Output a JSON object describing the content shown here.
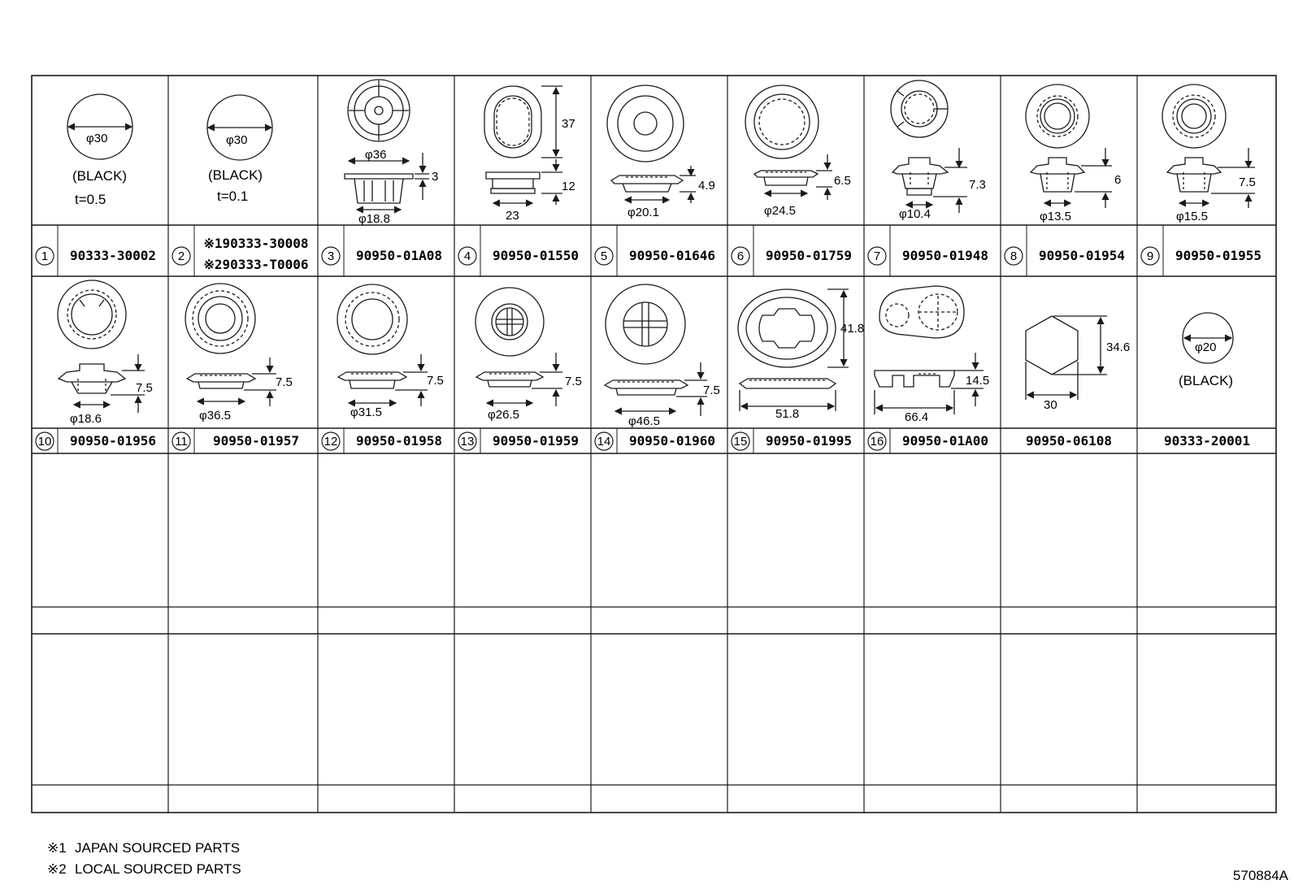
{
  "sheet_id": "570884A",
  "footnotes": [
    {
      "mark": "※1",
      "text": "JAPAN SOURCED PARTS"
    },
    {
      "mark": "※2",
      "text": "LOCAL SOURCED PARTS"
    }
  ],
  "row1": [
    {
      "index": "1",
      "part_no": "90333-30002",
      "dims": [
        "φ30"
      ],
      "label": "(BLACK)",
      "note": "t=0.5",
      "icon": "disc-plug-icon"
    },
    {
      "index": "2",
      "part_no_lines": [
        "※190333-30008",
        "※290333-T0006"
      ],
      "dims": [
        "φ30"
      ],
      "label": "(BLACK)",
      "note": "t=0.1",
      "icon": "disc-plug-icon"
    },
    {
      "index": "3",
      "part_no": "90950-01A08",
      "dims": [
        "φ36",
        "3",
        "φ18.8"
      ],
      "icon": "snap-plug-icon"
    },
    {
      "index": "4",
      "part_no": "90950-01550",
      "dims": [
        "37",
        "12",
        "23"
      ],
      "icon": "oval-plug-icon"
    },
    {
      "index": "5",
      "part_no": "90950-01646",
      "dims": [
        "4.9",
        "φ20.1"
      ],
      "icon": "round-grommet-icon"
    },
    {
      "index": "6",
      "part_no": "90950-01759",
      "dims": [
        "6.5",
        "φ24.5"
      ],
      "icon": "round-grommet-icon"
    },
    {
      "index": "7",
      "part_no": "90950-01948",
      "dims": [
        "7.3",
        "φ10.4"
      ],
      "icon": "split-grommet-icon"
    },
    {
      "index": "8",
      "part_no": "90950-01954",
      "dims": [
        "6",
        "φ13.5"
      ],
      "icon": "round-grommet-icon"
    },
    {
      "index": "9",
      "part_no": "90950-01955",
      "dims": [
        "7.5",
        "φ15.5"
      ],
      "icon": "round-grommet-icon"
    }
  ],
  "row2": [
    {
      "index": "10",
      "part_no": "90950-01956",
      "dims": [
        "7.5",
        "φ18.6"
      ],
      "icon": "round-grommet-icon"
    },
    {
      "index": "11",
      "part_no": "90950-01957",
      "dims": [
        "7.5",
        "φ36.5"
      ],
      "icon": "round-grommet-icon"
    },
    {
      "index": "12",
      "part_no": "90950-01958",
      "dims": [
        "7.5",
        "φ31.5"
      ],
      "icon": "round-grommet-icon"
    },
    {
      "index": "13",
      "part_no": "90950-01959",
      "dims": [
        "7.5",
        "φ26.5"
      ],
      "icon": "cross-grommet-icon"
    },
    {
      "index": "14",
      "part_no": "90950-01960",
      "dims": [
        "7.5",
        "φ46.5"
      ],
      "icon": "cross-grommet-icon"
    },
    {
      "index": "15",
      "part_no": "90950-01995",
      "dims": [
        "41.8",
        "51.8"
      ],
      "icon": "oval-grommet-icon"
    },
    {
      "index": "16",
      "part_no": "90950-01A00",
      "dims": [
        "14.5",
        "66.4"
      ],
      "icon": "double-grommet-icon"
    },
    {
      "index": "",
      "part_no": "90950-06108",
      "dims": [
        "34.6",
        "30"
      ],
      "icon": "hex-plug-icon"
    },
    {
      "index": "",
      "part_no": "90333-20001",
      "dims": [
        "φ20"
      ],
      "label": "(BLACK)",
      "icon": "disc-plug-icon"
    }
  ]
}
